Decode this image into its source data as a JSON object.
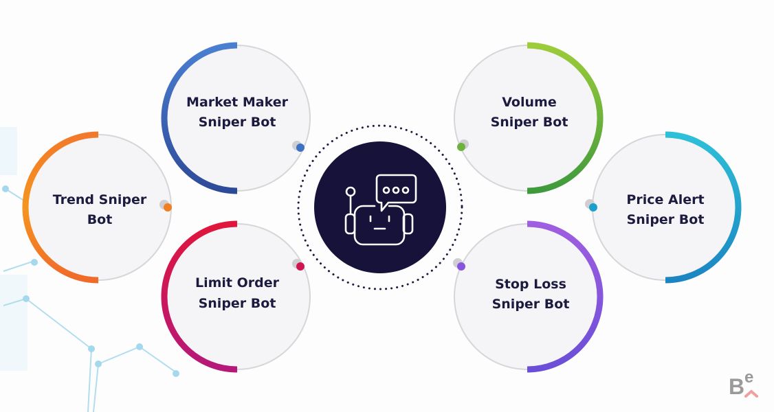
{
  "center": {
    "icon": "robot-chat-icon"
  },
  "nodes": [
    {
      "line1": "Market Maker",
      "line2": "Sniper Bot",
      "color": "#3b62b5"
    },
    {
      "line1": "Trend Sniper",
      "line2": "Bot",
      "color": "#f07f22"
    },
    {
      "line1": "Limit Order",
      "line2": "Sniper Bot",
      "color": "#d01660"
    },
    {
      "line1": "Volume",
      "line2": "Sniper Bot",
      "color": "#6cb23c"
    },
    {
      "line1": "Price Alert",
      "line2": "Sniper Bot",
      "color": "#22a6d0"
    },
    {
      "line1": "Stop Loss",
      "line2": "Sniper Bot",
      "color": "#8a55de"
    }
  ],
  "logo": {
    "main": "B",
    "sup": "e"
  }
}
